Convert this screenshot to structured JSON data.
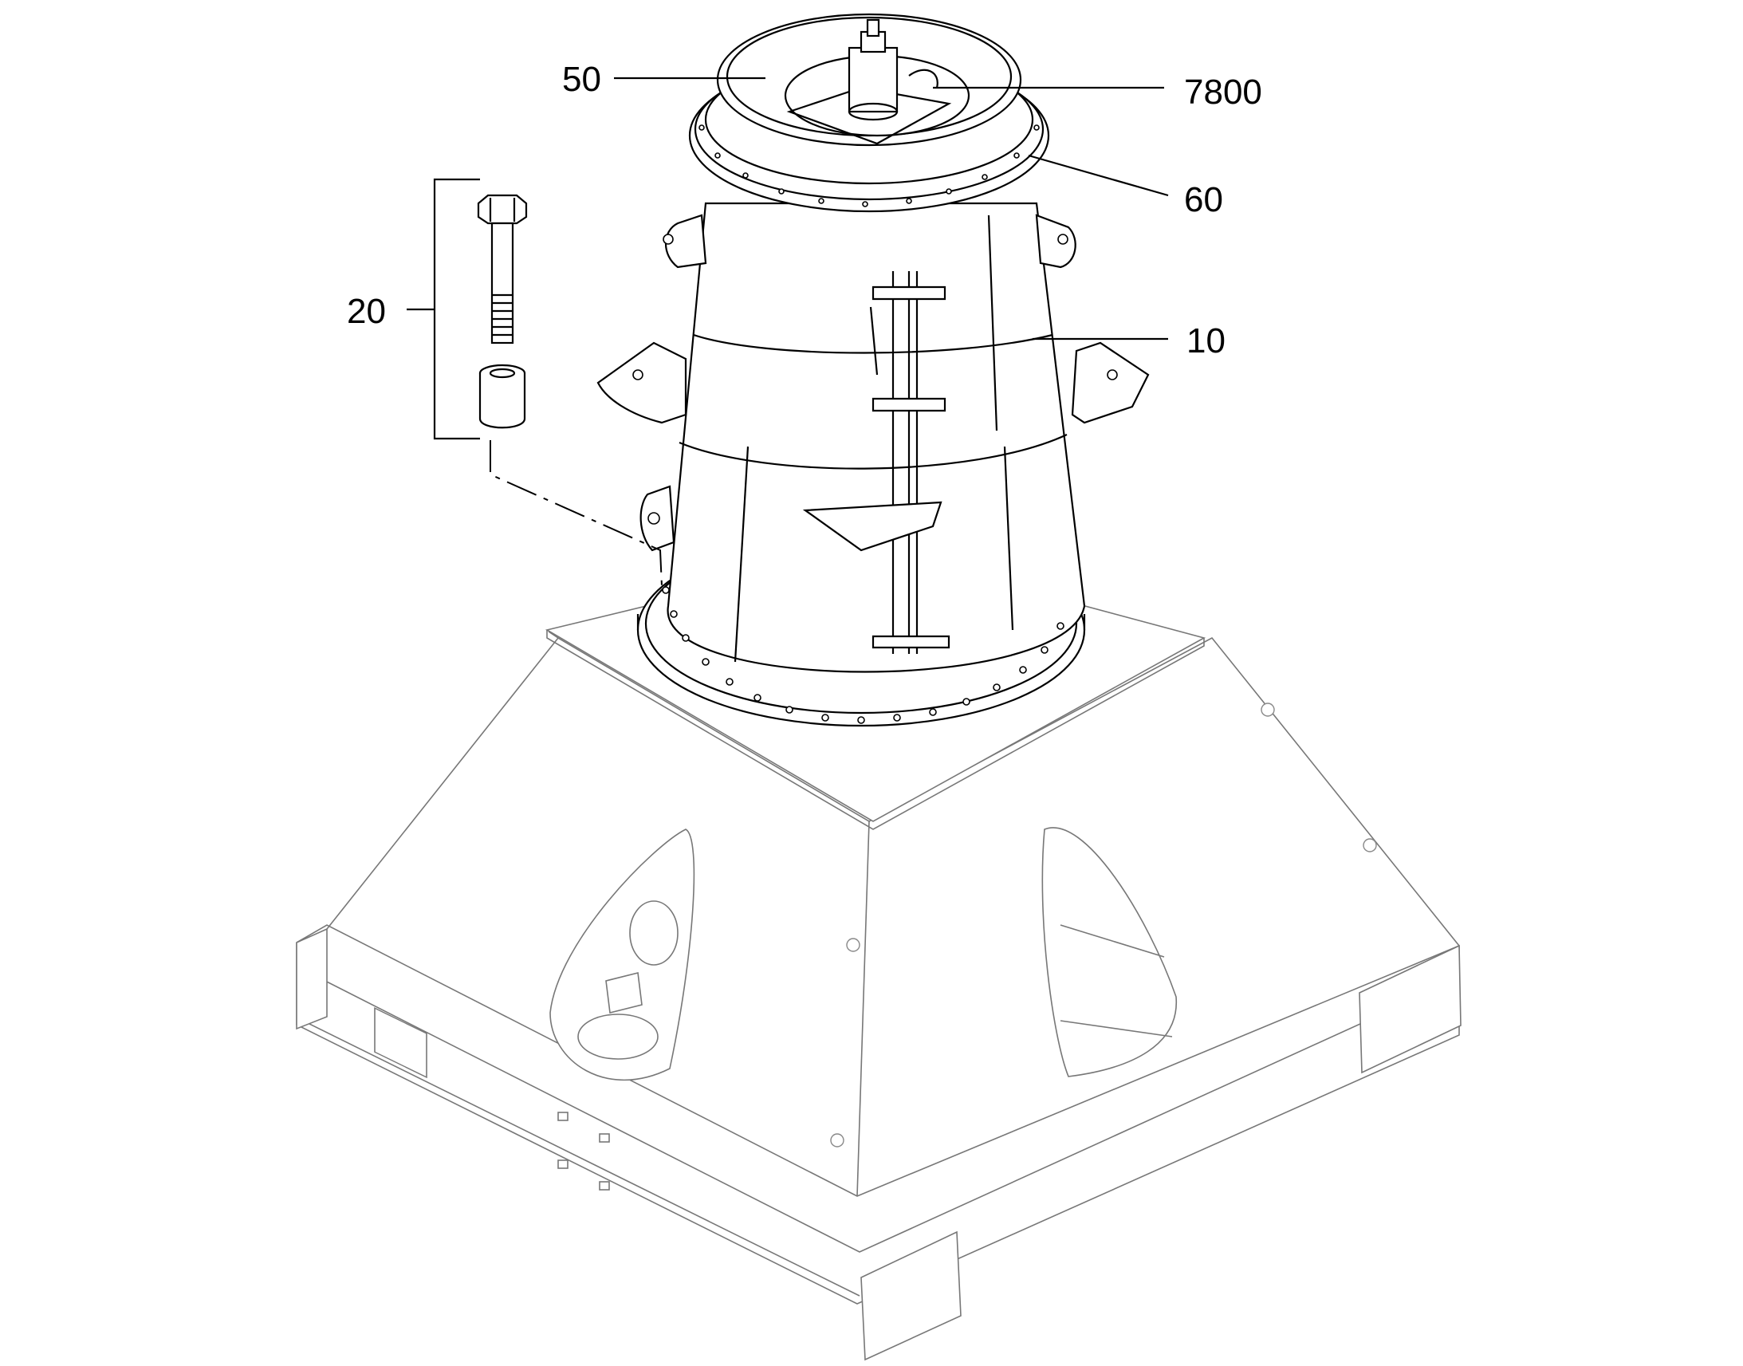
{
  "callouts": {
    "c50": "50",
    "c7800": "7800",
    "c60": "60",
    "c10": "10",
    "c20": "20"
  }
}
